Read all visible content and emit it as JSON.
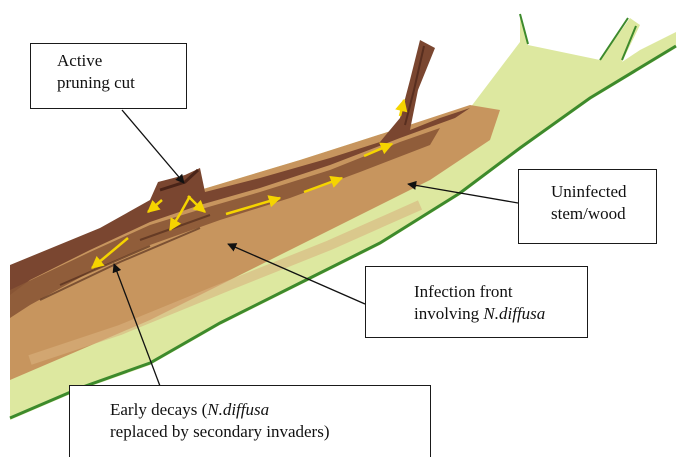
{
  "labels": {
    "pruning": {
      "line1": "Active",
      "line2": "pruning cut"
    },
    "uninfected": {
      "line1": "Uninfected",
      "line2": "stem/wood"
    },
    "front": {
      "line1": "Infection front",
      "line2_pre": "involving ",
      "line2_em": "N.diffusa"
    },
    "decay": {
      "line1_pre": "Early decays (",
      "line1_em": "N.diffusa",
      "line2": "replaced by secondary invaders)"
    }
  },
  "colors": {
    "bark_dark": "#6b3d2a",
    "bark_mid": "#8a5636",
    "infected_wood": "#c7955e",
    "healthy_wood": "#dde8a0",
    "healthy_outline": "#3d8a2c",
    "spread_arrows": "#f5d400",
    "pointer_lines": "#111111"
  }
}
